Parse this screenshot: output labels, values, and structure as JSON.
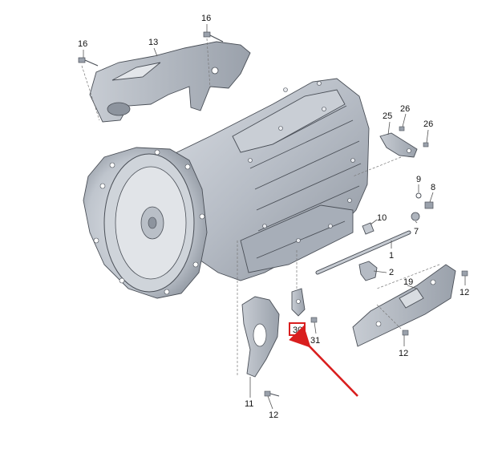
{
  "diagram": {
    "colors": {
      "body": "#b8bec7",
      "body_dark": "#8d949e",
      "body_light": "#d6dae0",
      "outline": "#4a4f57",
      "highlight_box": "#d91e1e",
      "arrow": "#d91e1e"
    },
    "highlighted_part": "30",
    "callouts": [
      {
        "id": "c16a",
        "label": "16"
      },
      {
        "id": "c16b",
        "label": "16"
      },
      {
        "id": "c13",
        "label": "13"
      },
      {
        "id": "c25",
        "label": "25"
      },
      {
        "id": "c26a",
        "label": "26"
      },
      {
        "id": "c26b",
        "label": "26"
      },
      {
        "id": "c9",
        "label": "9"
      },
      {
        "id": "c8",
        "label": "8"
      },
      {
        "id": "c10",
        "label": "10"
      },
      {
        "id": "c7",
        "label": "7"
      },
      {
        "id": "c1",
        "label": "1"
      },
      {
        "id": "c2",
        "label": "2"
      },
      {
        "id": "c19",
        "label": "19"
      },
      {
        "id": "c12a",
        "label": "12"
      },
      {
        "id": "c12b",
        "label": "12"
      },
      {
        "id": "c30",
        "label": "30"
      },
      {
        "id": "c31",
        "label": "31"
      },
      {
        "id": "c11",
        "label": "11"
      },
      {
        "id": "c12c",
        "label": "12"
      }
    ]
  }
}
